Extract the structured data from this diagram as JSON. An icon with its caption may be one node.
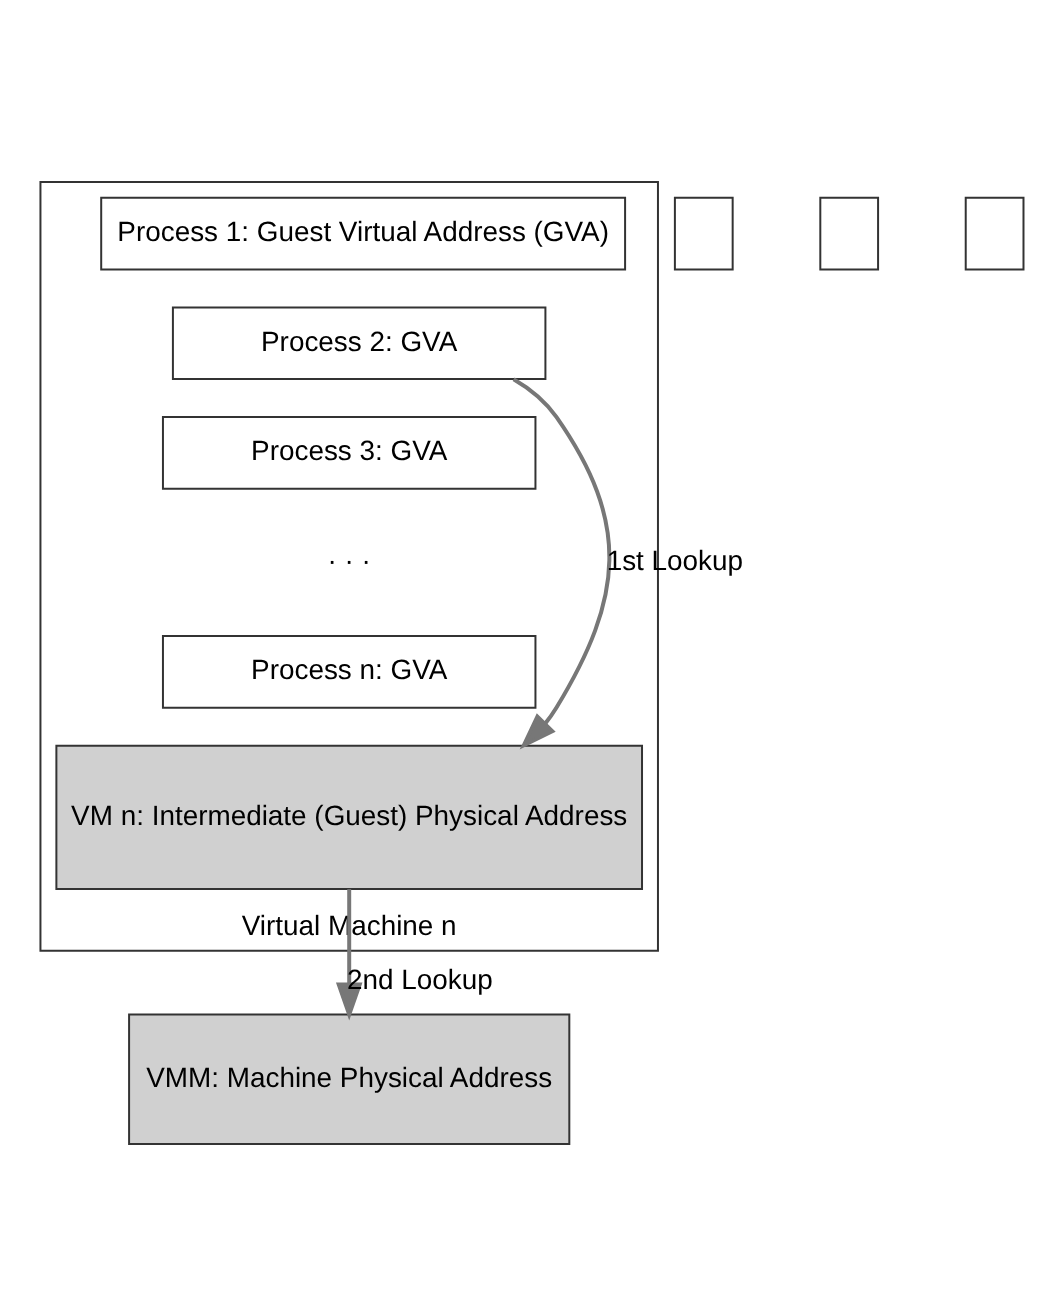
{
  "diagram": {
    "nodes": [
      {
        "text": [
          "Virtual Machine n"
        ]
      },
      {
        "text": [
          "Process 1: Guest Virtual Address (GVA)"
        ],
        "in": 0
      },
      {
        "text": [
          "Process 2: GVA"
        ],
        "in": 0
      },
      {
        "text": [
          "Process 3: GVA"
        ],
        "in": 0
      },
      {
        "text": [
          "Process n: GVA"
        ],
        "in": 0
      },
      {
        "text": [
          "VM n: Intermediate (Guest) Physical Address"
        ],
        "in": 0
      },
      {
        "text": [
          "VMM: Machine Physical Address"
        ]
      },
      {
        "text": [],
        "shape": "box"
      },
      {
        "text": [],
        "shape": "box"
      },
      {
        "text": [],
        "shape": "box"
      }
    ],
    "edges": [
      {
        "from": 2,
        "to": 5,
        "arrow": "to",
        "label": "1st Lookup"
      },
      {
        "from": 5,
        "to": 6,
        "arrow": "to",
        "label": "2nd Lookup"
      }
    ],
    "labels": [
      "· · ·"
    ]
  }
}
